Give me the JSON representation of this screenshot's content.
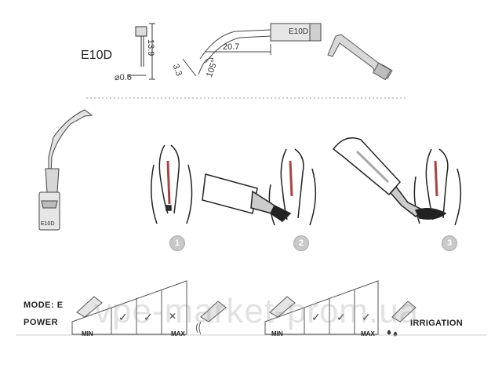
{
  "model": "E10D",
  "dimensions": {
    "height": "13.9",
    "diameter": "⌀0.6",
    "length": "20.7",
    "offset": "3.3",
    "angle": "105°",
    "tip_engraving": "E10D"
  },
  "tip_label": "E10D",
  "steps": [
    "1",
    "2",
    "3"
  ],
  "settings": {
    "mode_label": "MODE: E",
    "power_label": "POWER",
    "min_label": "MIN",
    "max_label": "MAX",
    "irrigation_label": "IRRIGATION",
    "power_scale": [
      "✓",
      "✓",
      "✕"
    ],
    "irrigation_scale": [
      "✓",
      "✓",
      "✓"
    ]
  },
  "watermark": "vpe-market-prom.ua"
}
